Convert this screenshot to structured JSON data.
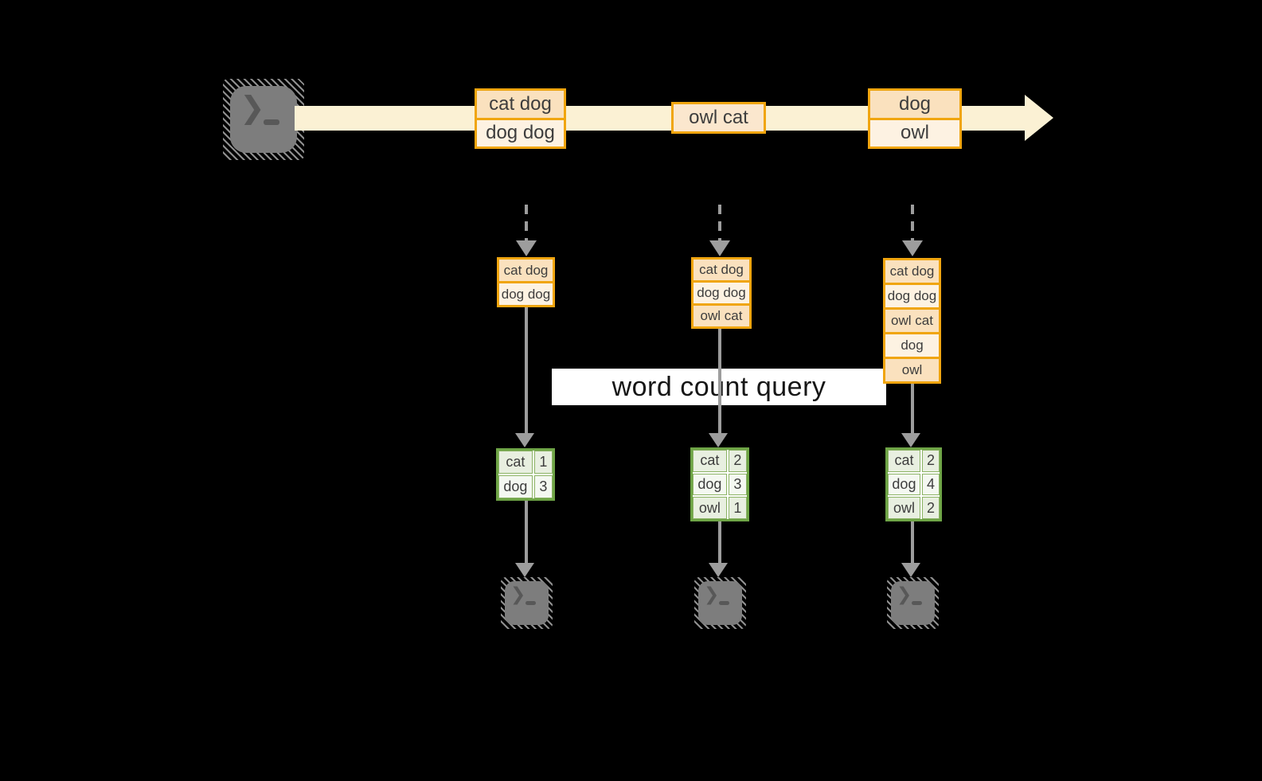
{
  "title": {
    "label": "word count query"
  },
  "stream": {
    "events": [
      {
        "rows": [
          "cat dog",
          "dog dog"
        ]
      },
      {
        "rows": [
          "owl cat"
        ]
      },
      {
        "rows": [
          "dog",
          "owl"
        ]
      }
    ]
  },
  "columns": [
    {
      "buffer": [
        "cat dog",
        "dog dog"
      ],
      "counts": [
        {
          "word": "cat",
          "count": 1
        },
        {
          "word": "dog",
          "count": 3
        }
      ]
    },
    {
      "buffer": [
        "cat dog",
        "dog dog",
        "owl cat"
      ],
      "counts": [
        {
          "word": "cat",
          "count": 2
        },
        {
          "word": "dog",
          "count": 3
        },
        {
          "word": "owl",
          "count": 1
        }
      ]
    },
    {
      "buffer": [
        "cat dog",
        "dog dog",
        "owl cat",
        "dog",
        "owl"
      ],
      "counts": [
        {
          "word": "cat",
          "count": 2
        },
        {
          "word": "dog",
          "count": 4
        },
        {
          "word": "owl",
          "count": 2
        }
      ]
    }
  ],
  "icons": {
    "source": "terminal-icon",
    "sinks": [
      "terminal-icon",
      "terminal-icon",
      "terminal-icon"
    ],
    "prompt_glyph": "❯"
  },
  "colors": {
    "background": "#000000",
    "stream_band": "#fbf1d4",
    "orange_border": "#f0a50f",
    "peach_fill": "#fae1be",
    "cream_fill": "#fdf2e2",
    "single_fill": "#fbe7ce",
    "green_border": "#6ea446",
    "green_cell_dark": "#e8efe0",
    "green_cell_light": "#f4f8f1",
    "arrow_gray": "#9d9d9d",
    "terminal_gray": "#7d7d7d",
    "text": "#3d3d3d"
  }
}
